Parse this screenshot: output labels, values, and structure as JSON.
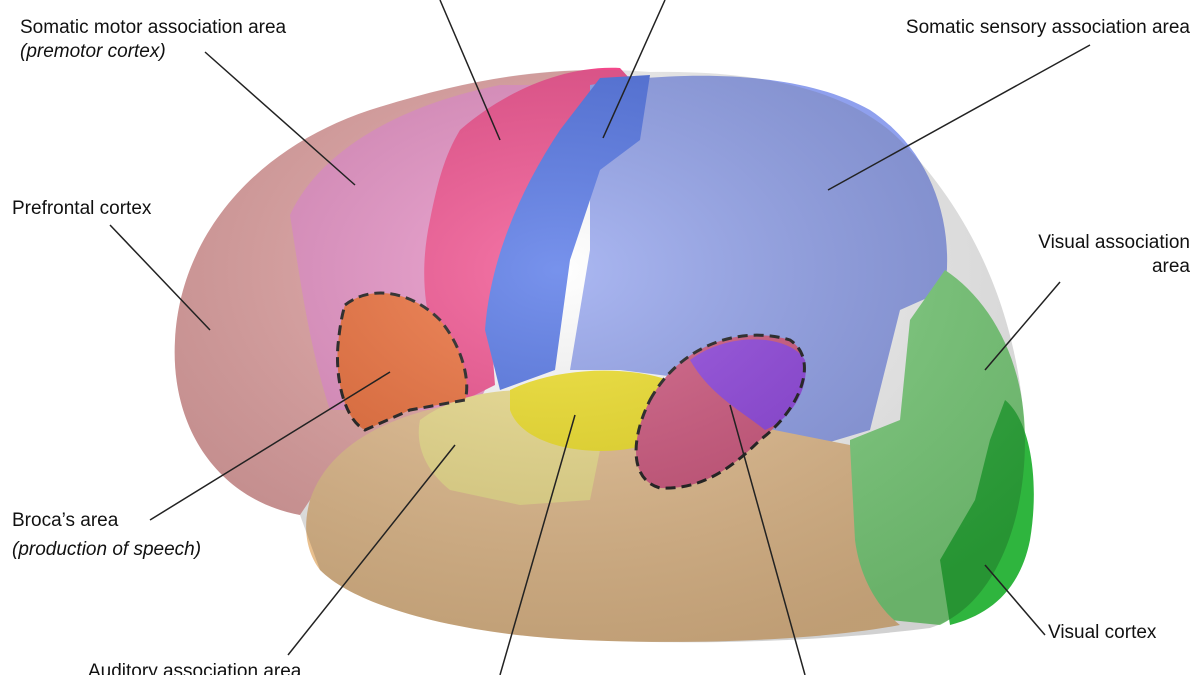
{
  "labels": {
    "somatic_motor": "Somatic motor association area",
    "somatic_motor_sub": "(premotor cortex)",
    "somatic_sensory": "Somatic sensory association area",
    "prefrontal": "Prefrontal cortex",
    "visual_assoc_1": "Visual association",
    "visual_assoc_2": "area",
    "broca": "Broca’s area",
    "broca_sub": "(production of speech)",
    "auditory_assoc": "Auditory association area",
    "visual_cortex": "Visual cortex"
  },
  "colors": {
    "prefrontal": "#e8a0a0",
    "premotor": "#e890c8",
    "motor": "#f04880",
    "sensory": "#5070e8",
    "sensory_assoc": "#8fa0f0",
    "visual_assoc": "#7fd87f",
    "visual": "#30b840",
    "temporal": "#e8c090",
    "auditory": "#f0e020",
    "broca": "#f06030",
    "wernicke": "#9030e0"
  }
}
